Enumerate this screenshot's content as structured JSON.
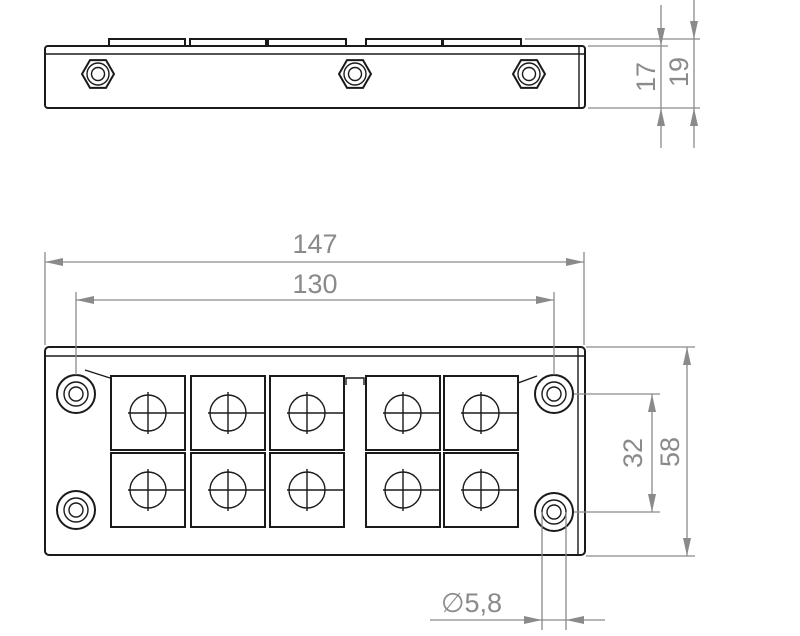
{
  "dimensions": {
    "overall_width": "147",
    "hole_pitch_width": "130",
    "hole_pitch_height": "32",
    "overall_height": "58",
    "height_body": "17",
    "height_total": "19",
    "hole_diameter": "5,8",
    "diameter_symbol": "∅"
  },
  "colors": {
    "line": "#1a1a1a",
    "dimension": "#8a8a8a",
    "background": "#ffffff"
  }
}
